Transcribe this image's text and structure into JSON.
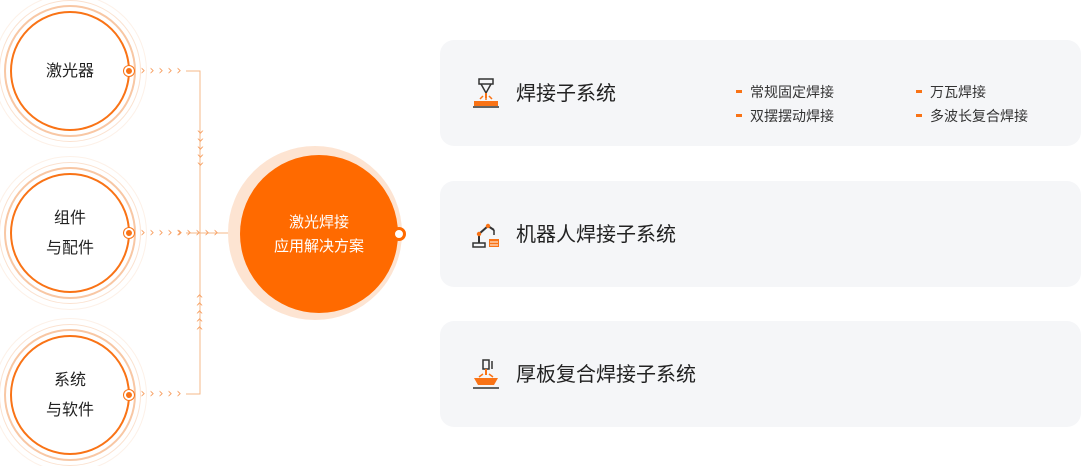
{
  "inputs": [
    {
      "lines": [
        "激光器"
      ]
    },
    {
      "lines": [
        "组件",
        "与配件"
      ]
    },
    {
      "lines": [
        "系统",
        "与软件"
      ]
    }
  ],
  "hub": {
    "lines": [
      "激光焊接",
      "应用解决方案"
    ]
  },
  "solutions": [
    {
      "title": "焊接子系统",
      "icon": "laser-welding-head-icon",
      "features": [
        "常规固定焊接",
        "万瓦焊接",
        "双摆摆动焊接",
        "多波长复合焊接"
      ]
    },
    {
      "title": "机器人焊接子系统",
      "icon": "robot-arm-welding-icon",
      "features": []
    },
    {
      "title": "厚板复合焊接子系统",
      "icon": "thick-plate-welding-icon",
      "features": []
    }
  ],
  "colors": {
    "accent": "#ff6a00",
    "accent_light": "#f8c7a4",
    "panel_bg": "#f5f6f8"
  },
  "connector_glyph": "›"
}
